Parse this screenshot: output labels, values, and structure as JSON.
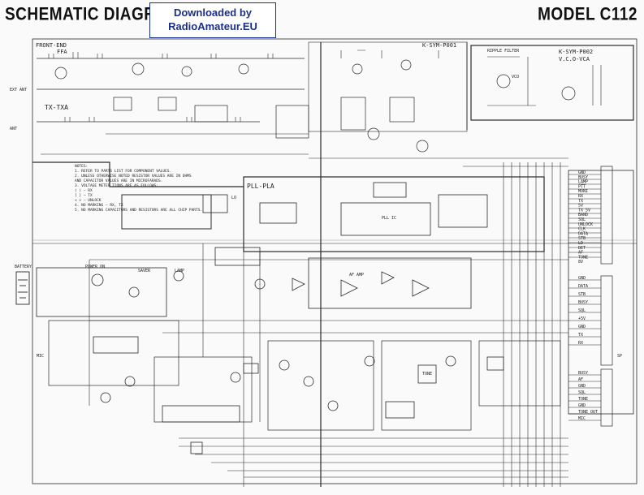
{
  "header": {
    "title": "SCHEMATIC DIAGRAM",
    "model": "MODEL C112",
    "download_line1": "Downloaded by",
    "download_line2": "RadioAmateur.EU"
  },
  "sections": {
    "front_end": "FRONT-END",
    "front_end_sub": "FFA",
    "tx": "TX-TXA",
    "k_sym_p001": "K-SYM-P001",
    "k_sym_p002": "K-SYM-P002",
    "vco": "V.C.O-VCA",
    "pll": "PLL-PLA",
    "ripple_filter": "RIPPLE FILTER",
    "battery": "BATTERY"
  },
  "notes": [
    "NOTES:",
    "1. REFER TO PARTS LIST FOR COMPONENT VALUES.",
    "2. UNLESS OTHERWISE NOTED RESISTOR VALUES ARE IN OHMS",
    "   AND CAPACITOR VALUES ARE IN MICROFARADS.",
    "3. VOLTAGE METER TIONS ARE AS FOLLOWS:",
    "   ( ) — RX",
    "   [ ] — TX",
    "   < > — UNLOCK",
    "4. NO MARKING — RX, TX",
    "5. NO MARKING CAPACITORS AND RESISTORS ARE ALL CHIP PARTS."
  ],
  "connectors_right": [
    "GND",
    "BUSY",
    "LAMP",
    "PTT",
    "MONI",
    "RX",
    "TX",
    "5V",
    "TX 5V",
    "BAND",
    "SQL",
    "UNLOCK",
    "CLK",
    "DATA",
    "STB",
    "LD",
    "DET",
    "AF",
    "TONE",
    "8V"
  ],
  "connectors_right_lower": [
    "GND",
    "DATA",
    "STB",
    "BUSY",
    "SQL",
    "+5V",
    "GND",
    "TX",
    "RX"
  ],
  "connectors_bottom_right": [
    "BUSY",
    "AF",
    "GND",
    "SQL",
    "TONE",
    "GND",
    "TONE OUT",
    "MIC"
  ],
  "misc_labels": {
    "antenna": "ANT",
    "ext_ant": "EXT ANT",
    "mic": "MIC",
    "sp": "SP",
    "power_on": "POWER ON",
    "saver": "SAVER",
    "lamp": "LAMP",
    "tone": "TONE",
    "pll_ic": "PLL IC",
    "vco": "VCO",
    "af_amp": "AF AMP",
    "lo": "LO"
  }
}
